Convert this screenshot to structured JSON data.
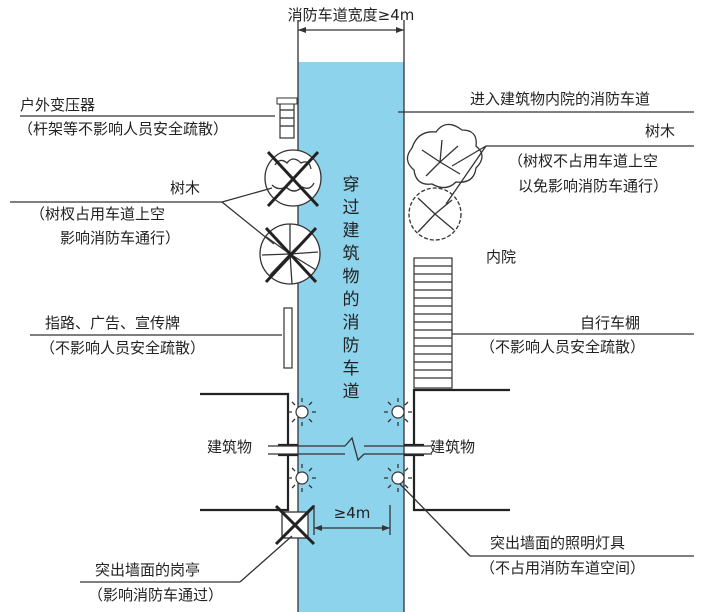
{
  "diagram": {
    "road_width_label": "消防车道宽度≥4m",
    "road_vertical_label": [
      "穿",
      "过",
      "建",
      "筑",
      "物",
      "的",
      "消",
      "防",
      "车",
      "道"
    ],
    "road_min_width_label": "≥4m",
    "labels": {
      "transformer_line1": "户外变压器",
      "transformer_line2": "（杆架等不影响人员安全疏散）",
      "tree_left_title": "树木",
      "tree_left_line1": "（树杈占用车道上空",
      "tree_left_line2": "影响消防车通行）",
      "sign_line1": "指路、广告、宣传牌",
      "sign_line2": "（不影响人员安全疏散）",
      "guard_line1": "突出墙面的岗亭",
      "guard_line2": "（影响消防车通过）",
      "inner_road": "进入建筑物内院的消防车道",
      "tree_right_title": "树木",
      "tree_right_line1": "（树杈不占用车道上空",
      "tree_right_line2": "以免影响消防车通行）",
      "courtyard": "内院",
      "bike_line1": "自行车棚",
      "bike_line2": "（不影响人员安全疏散）",
      "building_left": "建筑物",
      "building_right": "建筑物",
      "lamp_line1": "突出墙面的照明灯具",
      "lamp_line2": "（不占用消防车道空间）"
    },
    "colors": {
      "road_fill": "#8ed3ec",
      "line": "#333333"
    }
  }
}
